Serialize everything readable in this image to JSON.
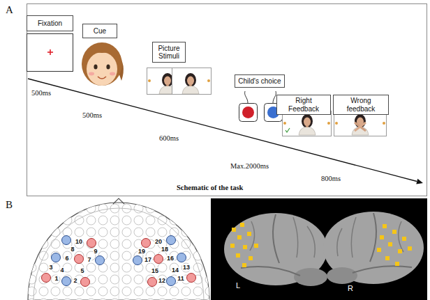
{
  "diagram": {
    "nodes": [
      {
        "text": [
          "Fixation"
        ]
      },
      {
        "text": [
          "Cue"
        ]
      },
      {
        "text": [
          "Picture Stimuli"
        ]
      },
      {
        "text": [
          "Child's choice"
        ]
      },
      {
        "text": [
          "Right Feedback"
        ]
      },
      {
        "text": [
          "Wrong feedback"
        ]
      }
    ],
    "labels": [
      "A",
      "500ms",
      "500ms",
      "600ms",
      "Max.2000ms",
      "800ms",
      "Schematic of the task",
      "B",
      "1",
      "2",
      "3",
      "4",
      "5",
      "6",
      "7",
      "8",
      "9",
      "10",
      "11",
      "12",
      "13",
      "14",
      "15",
      "16",
      "17",
      "18",
      "19",
      "20",
      "L",
      "R"
    ]
  }
}
